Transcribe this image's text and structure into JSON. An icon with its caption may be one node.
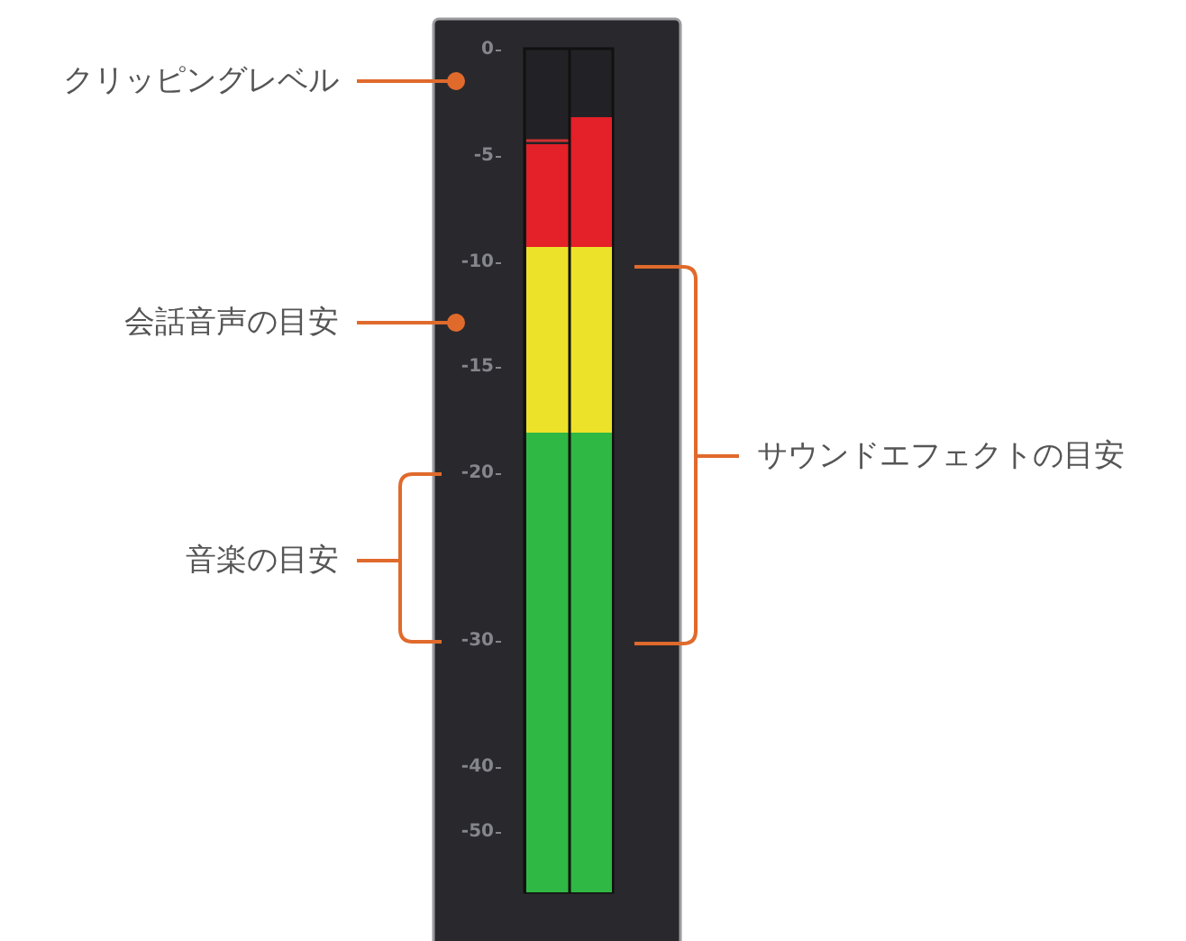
{
  "diagram": {
    "nodes": [
      {
        "text": [
          "クリッピングレベル"
        ]
      },
      {
        "text": [
          "会話音声の目安"
        ]
      },
      {
        "text": [
          "音楽の目安"
        ]
      },
      {
        "text": [
          "サウンドエフェクトの目安"
        ]
      }
    ],
    "edges": [
      {
        "from": 0,
        "to": null,
        "arrow": "other"
      },
      {
        "from": 1,
        "to": null,
        "arrow": "other"
      },
      {
        "from": 2,
        "to": null,
        "arrow": "none"
      },
      {
        "from": 3,
        "to": null,
        "arrow": "none"
      }
    ],
    "labels": [
      "0",
      "-5",
      "-10",
      "-15",
      "-20",
      "-30",
      "-40",
      "-50"
    ]
  }
}
